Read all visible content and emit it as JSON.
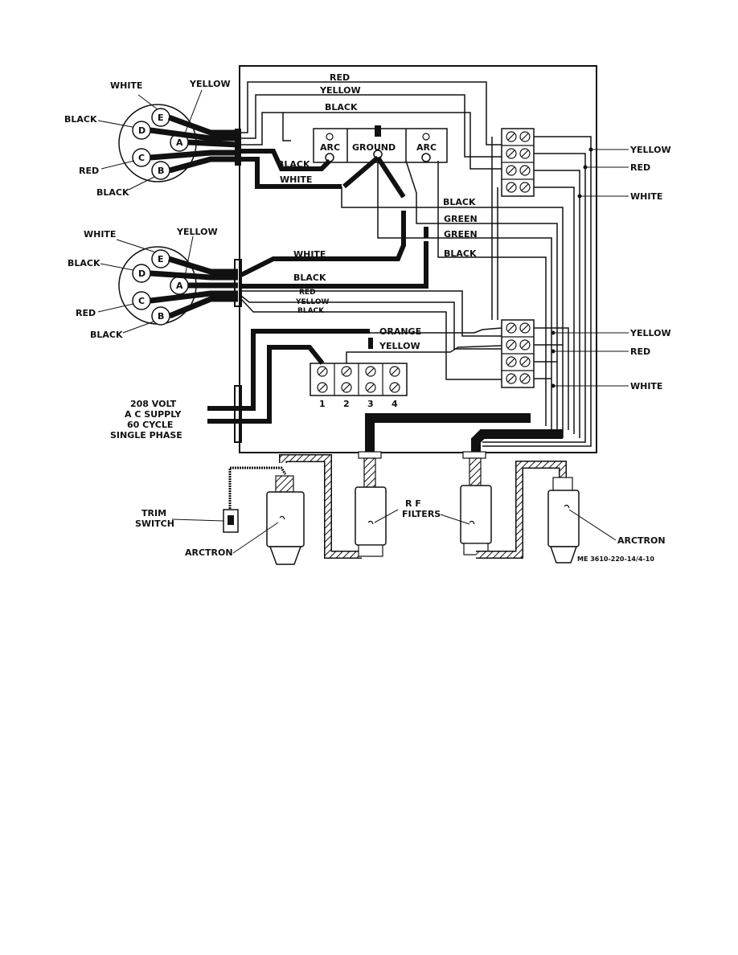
{
  "connectors": [
    {
      "pins": {
        "A": "A",
        "B": "B",
        "C": "C",
        "D": "D",
        "E": "E"
      },
      "labels": {
        "white": "WHITE",
        "yellow": "YELLOW",
        "black_d": "BLACK",
        "red": "RED",
        "black_b": "BLACK"
      }
    },
    {
      "pins": {
        "A": "A",
        "B": "B",
        "C": "C",
        "D": "D",
        "E": "E"
      },
      "labels": {
        "white": "WHITE",
        "yellow": "YELLOW",
        "black_d": "BLACK",
        "red": "RED",
        "black_b": "BLACK"
      }
    }
  ],
  "top_wires": {
    "red": "RED",
    "yellow": "YELLOW",
    "black": "BLACK"
  },
  "arc_block": {
    "arc_left": "ARC",
    "ground": "GROUND",
    "arc_right": "ARC"
  },
  "left_leads": {
    "black": "BLACK",
    "white": "WHITE"
  },
  "mid_wires": {
    "black": "BLACK",
    "green1": "GREEN",
    "green2": "GREEN",
    "black2": "BLACK"
  },
  "lower_leads": {
    "white": "WHITE",
    "black": "BLACK",
    "red": "RED",
    "yellow": "YELLOW",
    "black2": "BLACK"
  },
  "lower_block_wires": {
    "orange": "ORANGE",
    "yellow": "YELLOW"
  },
  "terminal_strip": {
    "t1": "1",
    "t2": "2",
    "t3": "3",
    "t4": "4"
  },
  "right_labels_top": {
    "yellow": "YELLOW",
    "red": "RED",
    "white": "WHITE"
  },
  "right_labels_bottom": {
    "yellow": "YELLOW",
    "red": "RED",
    "white": "WHITE"
  },
  "supply": {
    "line1": "208 VOLT",
    "line2": "A C SUPPLY",
    "line3": "60 CYCLE",
    "line4": "SINGLE PHASE"
  },
  "components": {
    "trim_line1": "TRIM",
    "trim_line2": "SWITCH",
    "arctron_left": "ARCTRON",
    "rf_line1": "R F",
    "rf_line2": "FILTERS",
    "arctron_right": "ARCTRON"
  },
  "figure_id": "ME 3610-220-14/4-10"
}
